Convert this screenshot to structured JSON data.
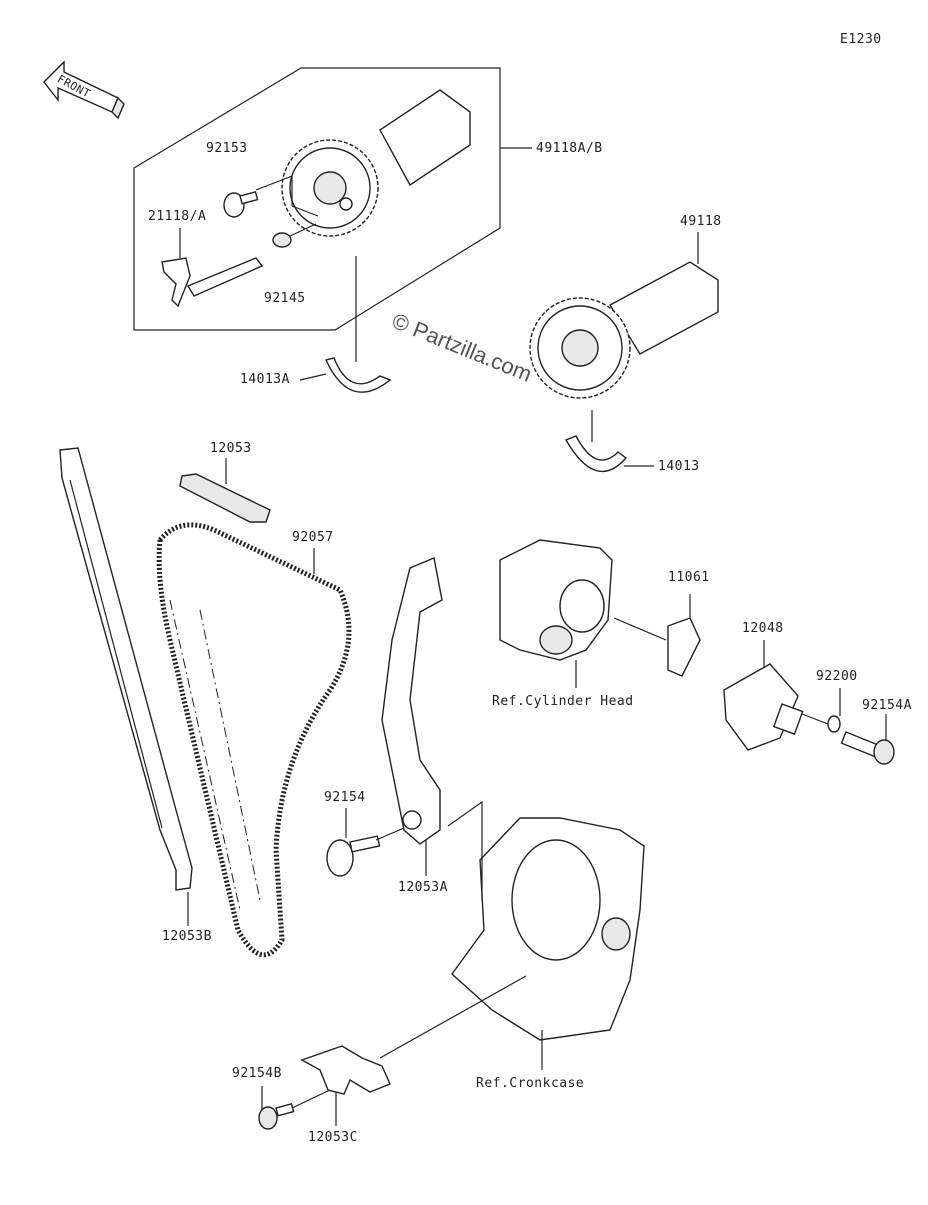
{
  "diagram": {
    "code": "E1230",
    "front_arrow_text": "FRONT",
    "watermark": "© Partzilla.com",
    "part_labels": {
      "p49118ab": "49118A/B",
      "p92153": "92153",
      "p21118a": "21118/A",
      "p92145": "92145",
      "p14013a": "14013A",
      "p49118": "49118",
      "p14013": "14013",
      "p12053": "12053",
      "p92057": "92057",
      "p11061": "11061",
      "p12048": "12048",
      "p92200": "92200",
      "p92154a": "92154A",
      "p92154": "92154",
      "p12053a": "12053A",
      "p12053b": "12053B",
      "p92154b": "92154B",
      "p12053c": "12053C"
    },
    "ref_labels": {
      "cylinder_head": "Ref.Cylinder Head",
      "crankcase": "Ref.Cronkcase"
    }
  }
}
